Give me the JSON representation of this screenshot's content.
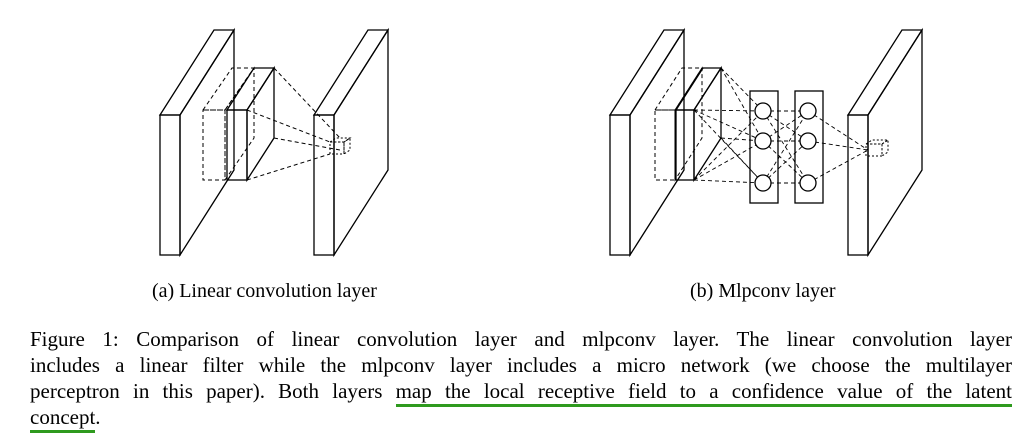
{
  "subfigures": [
    {
      "id": "a",
      "caption": "(a) Linear convolution layer"
    },
    {
      "id": "b",
      "caption": "(b) Mlpconv layer"
    }
  ],
  "caption": {
    "line1": "Figure 1: Comparison of linear convolution layer and mlpconv layer. The linear convolution layer",
    "line2": "includes a linear filter while the mlpconv layer includes a micro network (we choose the multilayer",
    "line3_plain": "perceptron in this paper). Both layers ",
    "line3_highlight": "map the local receptive field to a confidence value of the latent",
    "line4_highlight": "concept",
    "line4_tail": "."
  },
  "highlight_color": "#2e9a1e"
}
